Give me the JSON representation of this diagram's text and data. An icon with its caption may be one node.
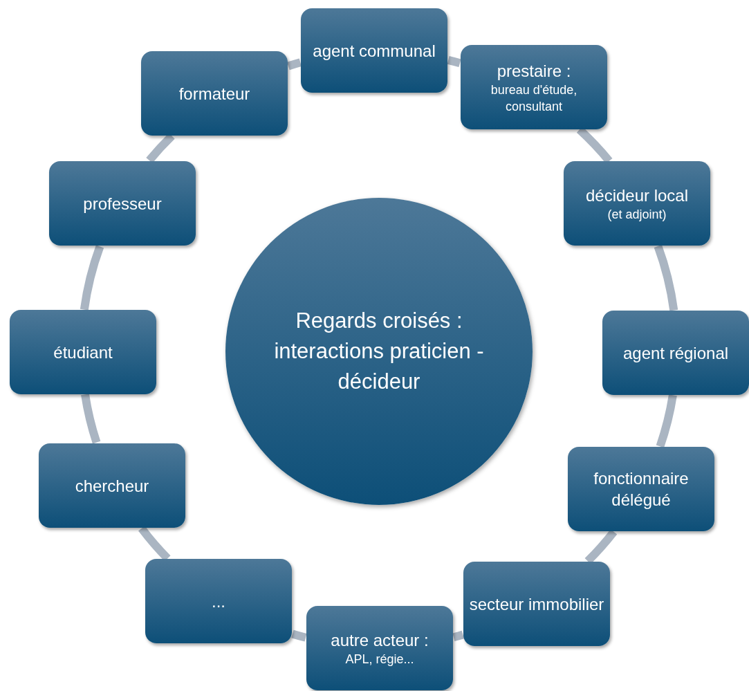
{
  "diagram": {
    "nodes": [
      {
        "text": [
          "Regards croisés : interactions praticien - décideur"
        ]
      },
      {
        "text": [
          "agent communal"
        ]
      },
      {
        "text": [
          "prestaire :",
          "bureau d'étude, consultant"
        ]
      },
      {
        "text": [
          "décideur local",
          "(et adjoint)"
        ]
      },
      {
        "text": [
          "agent régional"
        ]
      },
      {
        "text": [
          "fonctionnaire délégué"
        ]
      },
      {
        "text": [
          "secteur immobilier"
        ]
      },
      {
        "text": [
          "autre acteur :",
          "APL, régie..."
        ]
      },
      {
        "text": [
          "..."
        ]
      },
      {
        "text": [
          "chercheur"
        ]
      },
      {
        "text": [
          "étudiant"
        ]
      },
      {
        "text": [
          "professeur"
        ]
      },
      {
        "text": [
          "formateur"
        ]
      }
    ],
    "edges": [
      {
        "from": 1,
        "to": 2,
        "arrow": "none"
      },
      {
        "from": 2,
        "to": 3,
        "arrow": "none"
      },
      {
        "from": 3,
        "to": 4,
        "arrow": "none"
      },
      {
        "from": 4,
        "to": 5,
        "arrow": "none"
      },
      {
        "from": 5,
        "to": 6,
        "arrow": "none"
      },
      {
        "from": 6,
        "to": 7,
        "arrow": "none"
      },
      {
        "from": 7,
        "to": 8,
        "arrow": "none"
      },
      {
        "from": 8,
        "to": 9,
        "arrow": "none"
      },
      {
        "from": 9,
        "to": 10,
        "arrow": "none"
      },
      {
        "from": 10,
        "to": 11,
        "arrow": "none"
      },
      {
        "from": 11,
        "to": 12,
        "arrow": "none"
      },
      {
        "from": 12,
        "to": 1,
        "arrow": "none"
      }
    ]
  }
}
